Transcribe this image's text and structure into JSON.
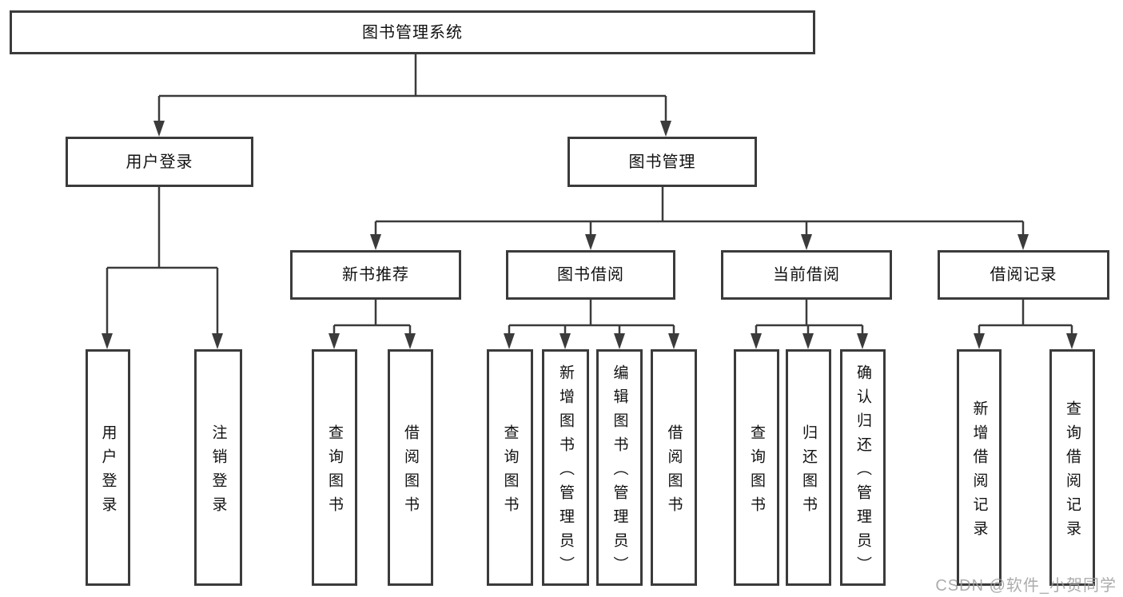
{
  "diagram": {
    "tree": {
      "label": "图书管理系统",
      "children": [
        {
          "label": "用户登录",
          "children": [
            {
              "label": "用户登录"
            },
            {
              "label": "注销登录"
            }
          ]
        },
        {
          "label": "图书管理",
          "children": [
            {
              "label": "新书推荐",
              "children": [
                {
                  "label": "查询图书"
                },
                {
                  "label": "借阅图书"
                }
              ]
            },
            {
              "label": "图书借阅",
              "children": [
                {
                  "label": "查询图书"
                },
                {
                  "label": "新增图书（管理员）"
                },
                {
                  "label": "编辑图书（管理员）"
                },
                {
                  "label": "借阅图书"
                }
              ]
            },
            {
              "label": "当前借阅",
              "children": [
                {
                  "label": "查询图书"
                },
                {
                  "label": "归还图书"
                },
                {
                  "label": "确认归还（管理员）"
                }
              ]
            },
            {
              "label": "借阅记录",
              "children": [
                {
                  "label": "新增借阅记录"
                },
                {
                  "label": "查询借阅记录"
                }
              ]
            }
          ]
        }
      ]
    },
    "colors": {
      "line": "#3b3b3b",
      "text": "#111111",
      "watermark": "#9e9e9e",
      "background": "#ffffff"
    }
  },
  "watermark": {
    "text": "CSDN @软件_小贺同学"
  }
}
